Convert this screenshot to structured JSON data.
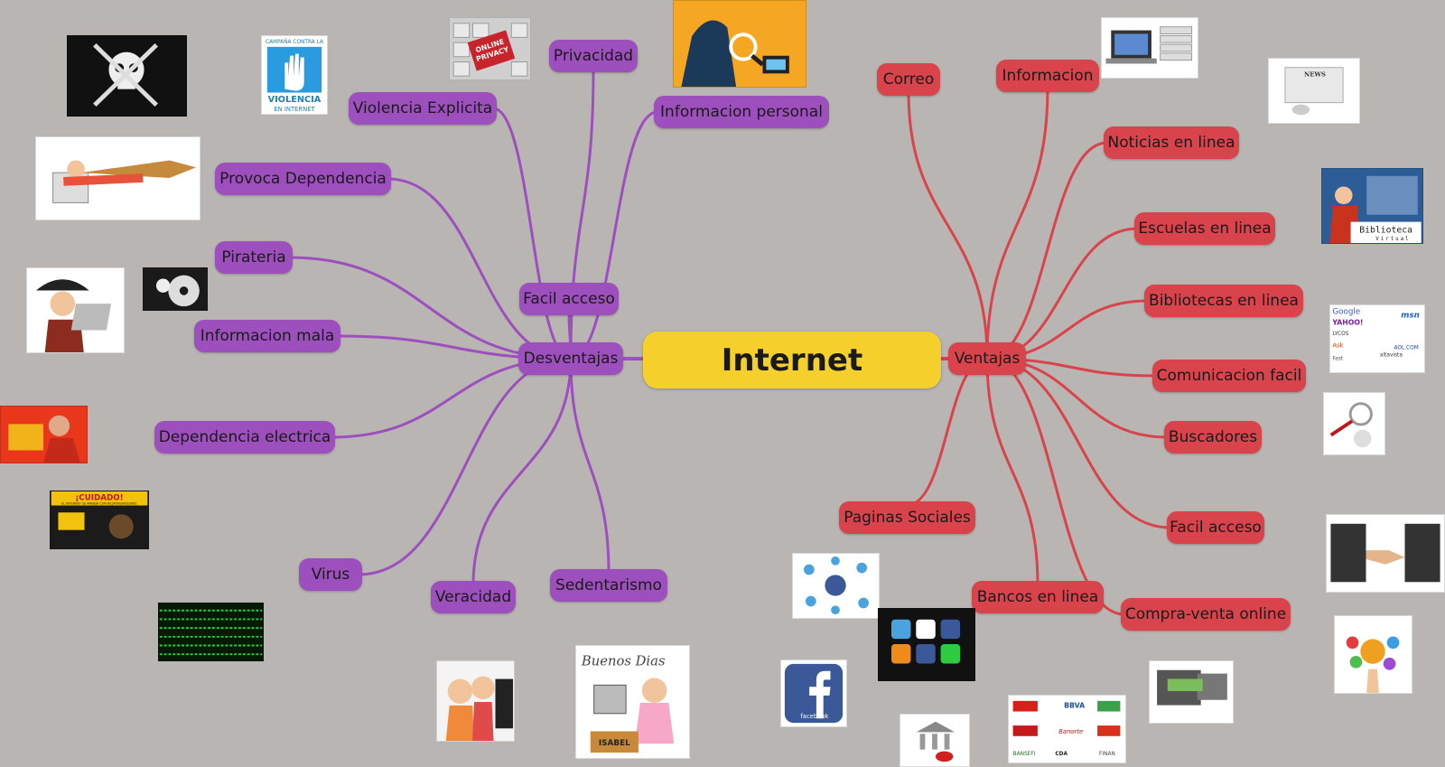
{
  "central": {
    "label": "Internet"
  },
  "colors": {
    "background": "#b9b5b3",
    "central": "#f5cf2b",
    "disadvantages": "#9e4fbe",
    "advantages": "#d9434b"
  },
  "desventajas": {
    "label": "Desventajas",
    "items": {
      "facil_acceso": "Facil acceso",
      "privacidad": "Privacidad",
      "info_personal": "Informacion personal",
      "violencia": "Violencia Explicita",
      "dependencia": "Provoca Dependencia",
      "pirateria": "Pirateria",
      "info_mala": "Informacion mala",
      "dep_electrica": "Dependencia electrica",
      "virus": "Virus",
      "veracidad": "Veracidad",
      "sedentarismo": "Sedentarismo"
    }
  },
  "ventajas": {
    "label": "Ventajas",
    "items": {
      "correo": "Correo",
      "informacion": "Informacion",
      "noticias": "Noticias en linea",
      "escuelas": "Escuelas en linea",
      "bibliotecas": "Bibliotecas en linea",
      "comunicacion": "Comunicacion facil",
      "buscadores": "Buscadores",
      "facil_acceso": "Facil acceso",
      "compra_venta": "Compra-venta online",
      "bancos": "Bancos en linea",
      "paginas_sociales": "Paginas Sociales"
    }
  },
  "images": {
    "online_privacy": {
      "icon": "online-privacy-keyboard-icon",
      "text": "ONLINE PRIVACY"
    },
    "violencia_poster": {
      "icon": "hand-stop-violence-icon",
      "text_top": "CAMPAÑA CONTRA LA",
      "text_main": "VIOLENCIA",
      "text_bottom": "EN INTERNET"
    },
    "cuidado_banner": {
      "icon": "warning-banner-icon",
      "title": "¡CUIDADO!",
      "subtitle": "EL INTERNET SE MANEJA CON RESPONSABILIDAD."
    },
    "biblioteca": {
      "icon": "virtual-library-icon",
      "text": "Biblioteca",
      "text2": "Virtual"
    },
    "noticias": {
      "icon": "newspaper-mouse-icon",
      "text": "NEWS"
    },
    "buenos_dias": {
      "icon": "cartoon-computer-user-icon",
      "text": "Buenos Dias",
      "name": "ISABEL"
    },
    "facebook": {
      "icon": "facebook-logo-icon",
      "text": "facebook"
    },
    "search_logos": {
      "icon": "search-engines-logos-icon",
      "names": [
        "Google",
        "YAHOO!",
        "msn",
        "Lycos",
        "Ask",
        "AOL.COM",
        "altavista",
        "Fast"
      ]
    },
    "bancos": {
      "icon": "bank-logos-icon",
      "names": [
        "BBVA",
        "Banorte",
        "BANSEFI",
        "CDA"
      ]
    }
  }
}
